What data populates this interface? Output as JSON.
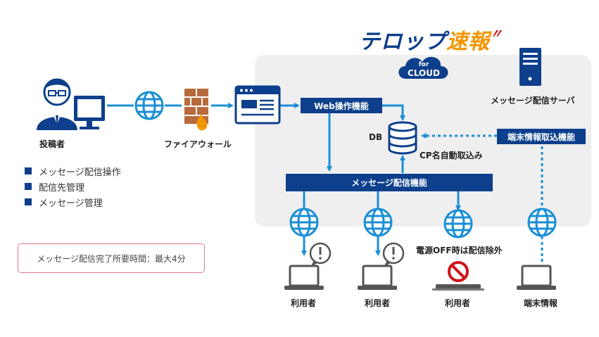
{
  "brand": {
    "name_main": "テロップ",
    "name_accent": "速報",
    "cloud_for": "for",
    "cloud_label": "CLOUD"
  },
  "left": {
    "poster_label": "投稿者",
    "firewall_label": "ファイアウォール",
    "bullets": [
      "メッセージ配信操作",
      "配信先管理",
      "メッセージ管理"
    ],
    "note": "メッセージ配信完了所要時間：最大4分"
  },
  "server": {
    "label": "メッセージ配信サーバ",
    "web_op": "Web操作機能",
    "db": "DB",
    "cp_auto": "CP名自動取込み",
    "terminal_import": "端末情報取込機能",
    "msg_delivery": "メッセージ配信機能"
  },
  "bottom": {
    "user1": "利用者",
    "user2": "利用者",
    "user3": "利用者",
    "terminal_info": "端末情報",
    "power_off_note": "電源OFF時は配信除外"
  },
  "colors": {
    "navy": "#0d3f8c",
    "blue": "#1a8fd6",
    "brick": "#b86a3c",
    "accent_orange": "#f29600",
    "red": "#d0121b"
  }
}
